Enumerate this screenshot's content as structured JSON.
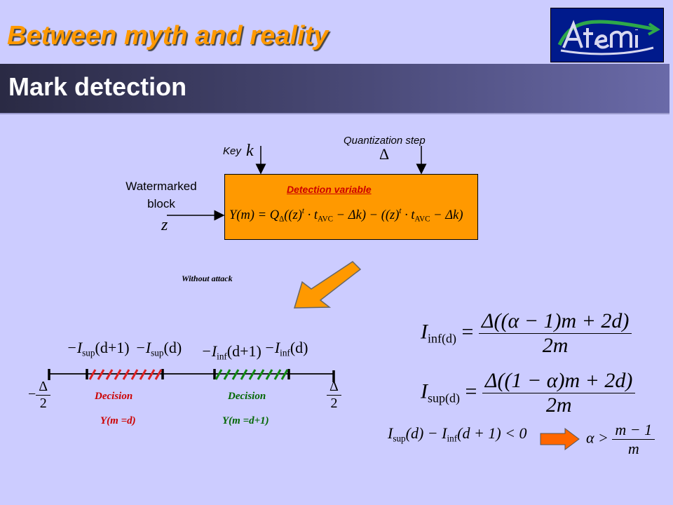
{
  "slide": {
    "title": "Between myth and reality",
    "section": "Mark detection"
  },
  "logo": {
    "icon": "artemis-logo-icon"
  },
  "diagram": {
    "quantization_label": "Quantization step",
    "quantization_symbol": "Δ",
    "key_label": "Key",
    "key_symbol": "k",
    "input_label": "Watermarked block",
    "input_symbol": "z",
    "box_heading": "Detection variable",
    "box_formula": {
      "lhs": "Y(m) = Q",
      "q_sub": "Δ",
      "args1": "((z)",
      "sup": "t",
      "mid1": " · t",
      "t_sub": "AVC",
      "mid2": " − Δk) − ((z)",
      "mid3": " − Δk)"
    },
    "arrow_caption": "Without attack",
    "colors": {
      "box": "#ff9900",
      "arrow": "#ff9900",
      "left_decision": "#cc0000",
      "right_decision": "#006600"
    }
  },
  "axis": {
    "labels": {
      "isup_d1": {
        "pre": "−I",
        "sub": "sup",
        "arg": "(d+1)"
      },
      "isup_d": {
        "pre": "−I",
        "sub": "sup",
        "arg": "(d)"
      },
      "iinf_d1": {
        "pre": "−I",
        "sub": "inf",
        "arg": "(d+1)"
      },
      "iinf_d": {
        "pre": "−I",
        "sub": "inf",
        "arg": "(d)"
      }
    },
    "neg_half": {
      "sign": "−",
      "num": "Δ",
      "den": "2"
    },
    "pos_half": {
      "num": "Δ",
      "den": "2"
    },
    "left_decision": {
      "label": "Decision",
      "cond": "Y(m =d)"
    },
    "right_decision": {
      "label": "Decision",
      "cond": "Y(m =d+1)"
    }
  },
  "equations": {
    "iinf": {
      "lhs": "I",
      "sub": "inf(d)",
      "eq": "=",
      "num": "Δ((α − 1)m + 2d)",
      "den": "2m"
    },
    "isup": {
      "lhs": "I",
      "sub": "sup(d)",
      "eq": "=",
      "num": "Δ((1 − α)m + 2d)",
      "den": "2m"
    },
    "condition": {
      "a": "I",
      "a_sub": "sup",
      "a_arg": "(d) − I",
      "b_sub": "inf",
      "b_arg": "(d + 1) < 0"
    },
    "result": {
      "lhs": "α >",
      "num": "m − 1",
      "den": "m"
    }
  }
}
